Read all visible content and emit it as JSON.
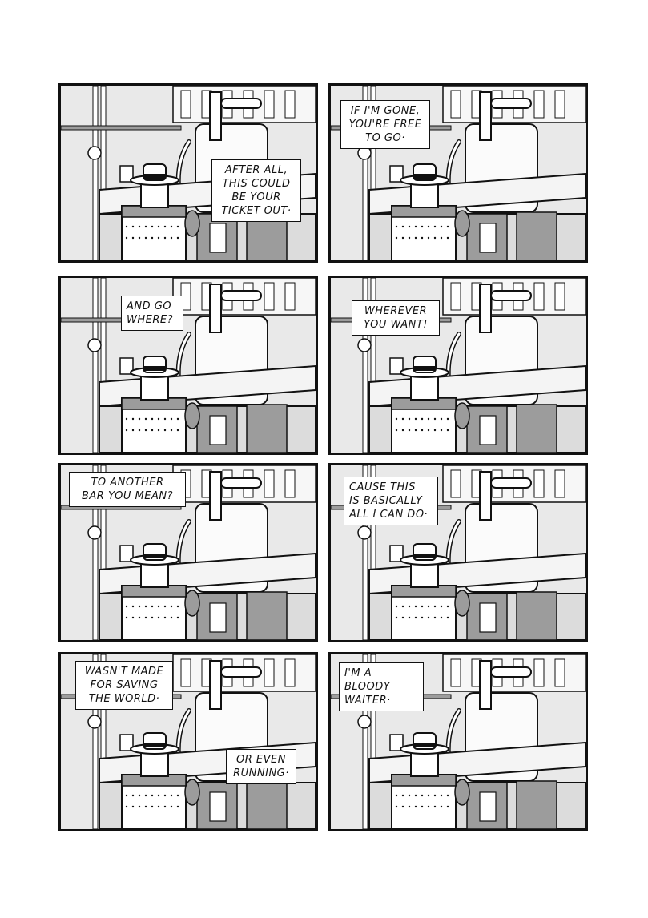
{
  "panels": [
    {
      "id": "p1",
      "bubbles": [
        "AFTER ALL,\nTHIS COULD\nBE YOUR\nTICKET OUT·"
      ]
    },
    {
      "id": "p2",
      "bubbles": [
        "IF I'M GONE,\nYOU'RE FREE\nTO GO·"
      ]
    },
    {
      "id": "p3",
      "bubbles": [
        "AND GO\nWHERE?"
      ]
    },
    {
      "id": "p4",
      "bubbles": [
        "WHEREVER\nYOU WANT!"
      ]
    },
    {
      "id": "p5",
      "bubbles": [
        "TO ANOTHER\nBAR YOU MEAN?"
      ]
    },
    {
      "id": "p6",
      "bubbles": [
        "CAUSE THIS\nIS BASICALLY\nALL I CAN DO·"
      ]
    },
    {
      "id": "p7",
      "bubbles": [
        "WASN'T MADE\nFOR SAVING\nTHE WORLD·",
        "OR EVEN\nRUNNING·"
      ]
    },
    {
      "id": "p8",
      "bubbles": [
        "I'M A BLOODY\nWAITER·"
      ]
    }
  ],
  "colors": {
    "ink": "#111111",
    "panel_background": "#e9e9e9",
    "counter": "#f4f4f4",
    "shade": "#9c9c9c",
    "dark_shade": "#6e6e6e"
  }
}
